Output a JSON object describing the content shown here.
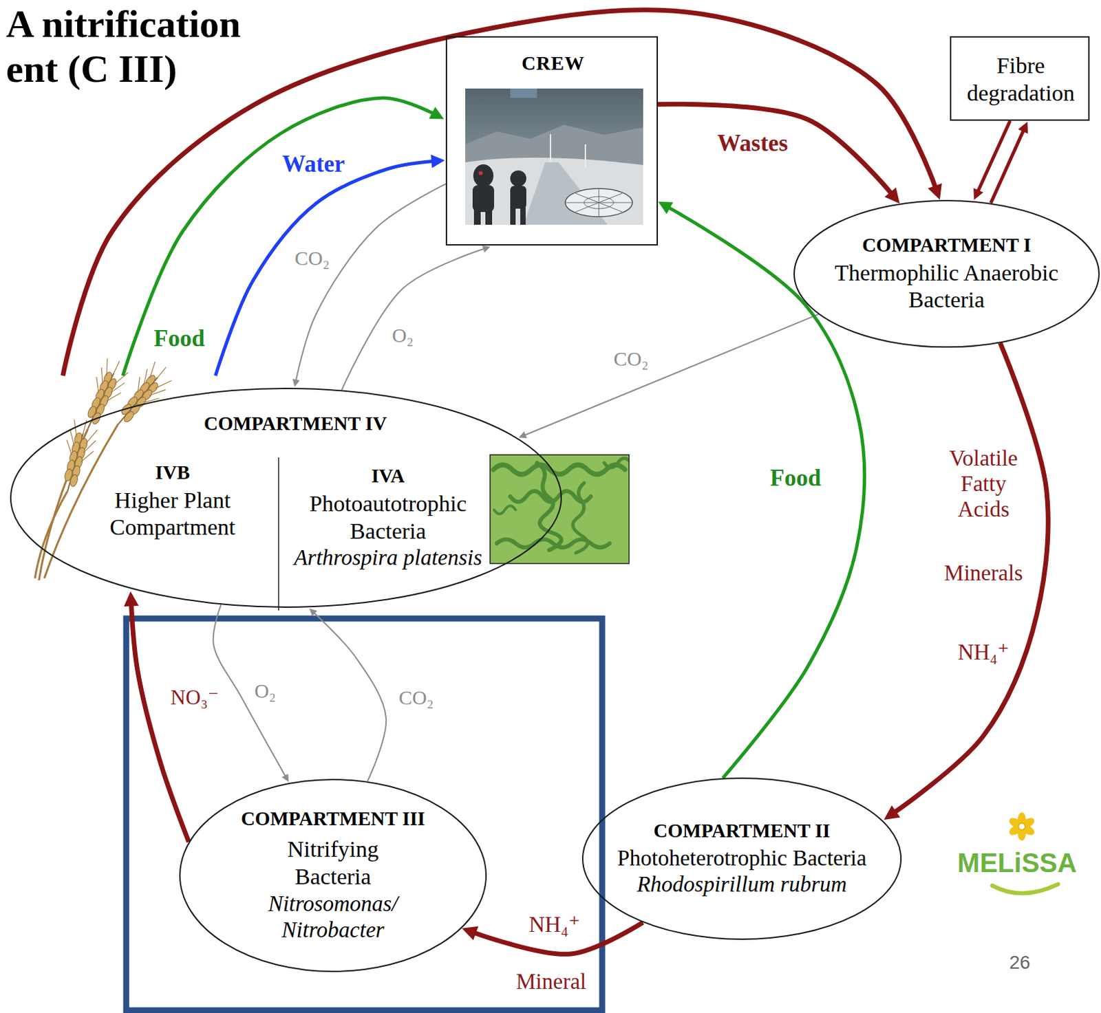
{
  "diagram": {
    "nodes": [
      {
        "text": [
          "CREW"
        ]
      },
      {
        "text": [
          "Fibre degradation"
        ]
      },
      {
        "text": [
          "COMPARTMENT I",
          "Thermophilic Anaerobic Bacteria"
        ]
      },
      {
        "text": [
          "COMPARTMENT IV"
        ]
      },
      {
        "text": [
          "IVB",
          "Higher Plant Compartment"
        ],
        "in": 3
      },
      {
        "text": [
          "IVA",
          "Photoautotrophic Bacteria",
          "Arthrospira platensis"
        ],
        "in": 3
      },
      {
        "text": [
          "COMPARTMENT III",
          "Nitrifying Bacteria",
          "Nitrosomonas/ Nitrobacter"
        ]
      },
      {
        "text": [
          "COMPARTMENT II",
          "Photoheterotrophic Bacteria",
          "Rhodospirillum rubrum"
        ]
      }
    ],
    "edges": [
      {
        "from": 4,
        "to": 2,
        "arrow": "to"
      },
      {
        "from": 4,
        "to": 0,
        "label": "Food",
        "arrow": "to"
      },
      {
        "from": 4,
        "to": 0,
        "label": "Water",
        "arrow": "to"
      },
      {
        "from": 0,
        "to": 3,
        "label": "CO₂",
        "arrow": "to"
      },
      {
        "from": 3,
        "to": 0,
        "label": "O₂",
        "arrow": "to"
      },
      {
        "from": 0,
        "to": 2,
        "label": "Wastes",
        "arrow": "to"
      },
      {
        "from": 1,
        "to": 2,
        "arrow": "to"
      },
      {
        "from": 2,
        "to": 1,
        "arrow": "to"
      },
      {
        "from": 2,
        "to": 3,
        "label": "CO₂",
        "arrow": "to"
      },
      {
        "from": 2,
        "to": 7,
        "label": "Volatile Fatty Acids",
        "arrow": "to"
      },
      {
        "from": 7,
        "to": 0,
        "label": "Food",
        "arrow": "to"
      },
      {
        "from": 7,
        "to": 6,
        "label": "NH₄⁺",
        "arrow": "to"
      },
      {
        "from": 6,
        "to": 4,
        "label": "NO₃⁻",
        "arrow": "to"
      },
      {
        "from": 3,
        "to": 6,
        "label": "O₂",
        "arrow": "to"
      },
      {
        "from": 6,
        "to": 3,
        "label": "CO₂",
        "arrow": "to"
      }
    ],
    "labels": [
      "A nitrification",
      "ent (C III)",
      "Minerals",
      "NH₄⁺",
      "Mineral",
      "MELiSSA",
      "26"
    ]
  }
}
